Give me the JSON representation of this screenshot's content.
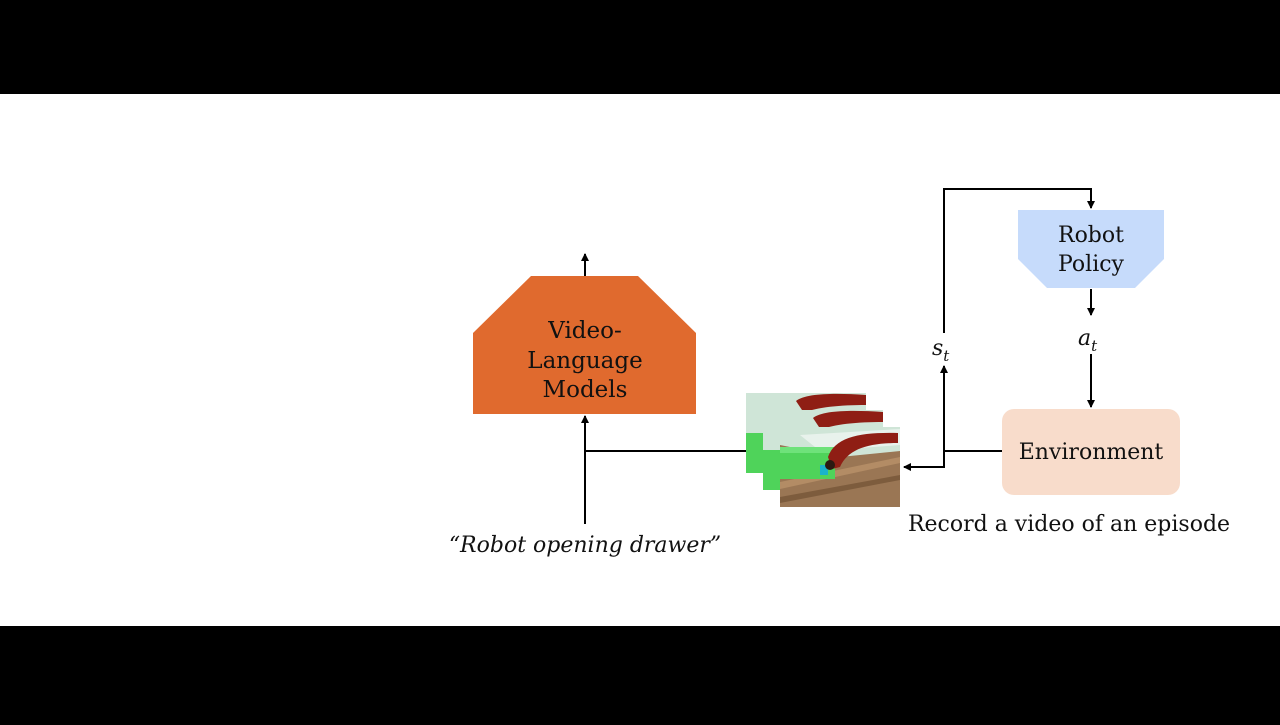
{
  "diagram": {
    "vlm_lines": [
      "Video-",
      "Language",
      "Models"
    ],
    "policy_lines": [
      "Robot",
      "Policy"
    ],
    "environment_label": "Environment",
    "state_label": "s",
    "state_subscript": "t",
    "action_label": "a",
    "action_subscript": "t",
    "prompt_text": "“Robot opening drawer”",
    "video_caption": "Record a video of an episode"
  },
  "colors": {
    "letterbox": "#000000",
    "canvas": "#ffffff",
    "vlm_fill": "#e06a2e",
    "policy_fill": "#c6dbfb",
    "environment_fill": "#f8dccb",
    "arrow": "#000000",
    "text": "#111111"
  },
  "icons": {
    "video_frames": "robot-arm-drawer-frames"
  }
}
